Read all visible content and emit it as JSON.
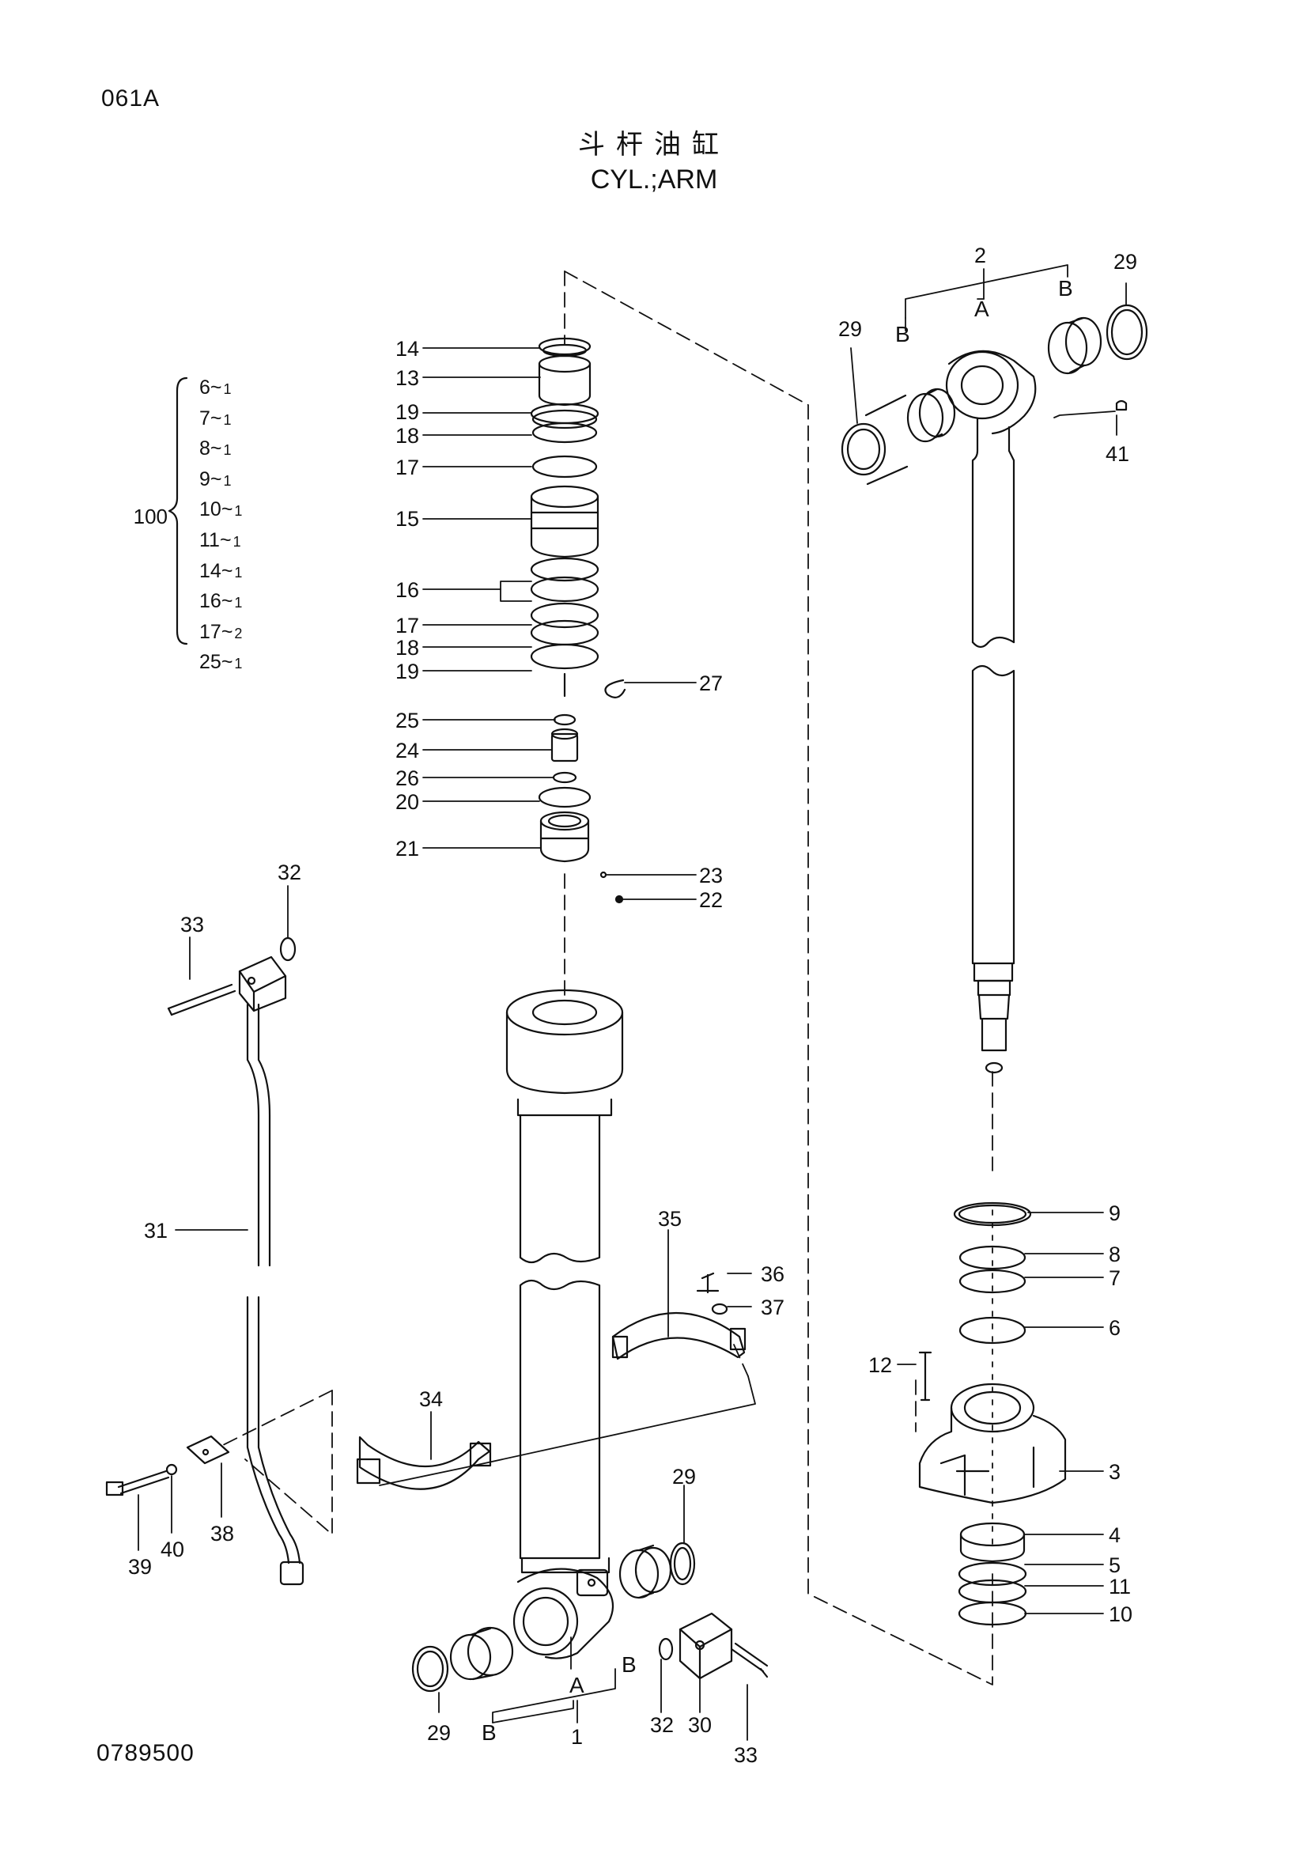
{
  "page": {
    "code_top": "061A",
    "title_cn": "斗杆油缸",
    "title_en": "CYL.;ARM",
    "code_bottom": "0789500"
  },
  "kit": {
    "label": "100",
    "items": [
      {
        "part": "6",
        "qty": "1"
      },
      {
        "part": "7",
        "qty": "1"
      },
      {
        "part": "8",
        "qty": "1"
      },
      {
        "part": "9",
        "qty": "1"
      },
      {
        "part": "10",
        "qty": "1"
      },
      {
        "part": "11",
        "qty": "1"
      },
      {
        "part": "14",
        "qty": "1"
      },
      {
        "part": "16",
        "qty": "1"
      },
      {
        "part": "17",
        "qty": "2"
      },
      {
        "part": "25",
        "qty": "1"
      }
    ]
  },
  "callouts": {
    "c2": "2",
    "cA_rod": "A",
    "cB_rod_left": "B",
    "cB_rod_right": "B",
    "c29_rod_left": "29",
    "c29_rod_right": "29",
    "c41": "41",
    "c14": "14",
    "c13": "13",
    "c19a": "19",
    "c18a": "18",
    "c17a": "17",
    "c15": "15",
    "c16": "16",
    "c17b": "17",
    "c18b": "18",
    "c19b": "19",
    "c27": "27",
    "c25": "25",
    "c24": "24",
    "c26": "26",
    "c20": "20",
    "c21": "21",
    "c23": "23",
    "c22": "22",
    "c32_top": "32",
    "c33_top": "33",
    "c31": "31",
    "c35": "35",
    "c36": "36",
    "c37": "37",
    "c34": "34",
    "c39": "39",
    "c40": "40",
    "c38": "38",
    "c29_bottom": "29",
    "cA_tube": "A",
    "cB_tube_right": "B",
    "c29_tube_left": "29",
    "cB_tube_left": "B",
    "c1": "1",
    "c32_bottom": "32",
    "c30": "30",
    "c33_bottom": "33",
    "c9": "9",
    "c8": "8",
    "c7": "7",
    "c6": "6",
    "c12": "12",
    "c3": "3",
    "c4": "4",
    "c5": "5",
    "c11": "11",
    "c10": "10"
  }
}
